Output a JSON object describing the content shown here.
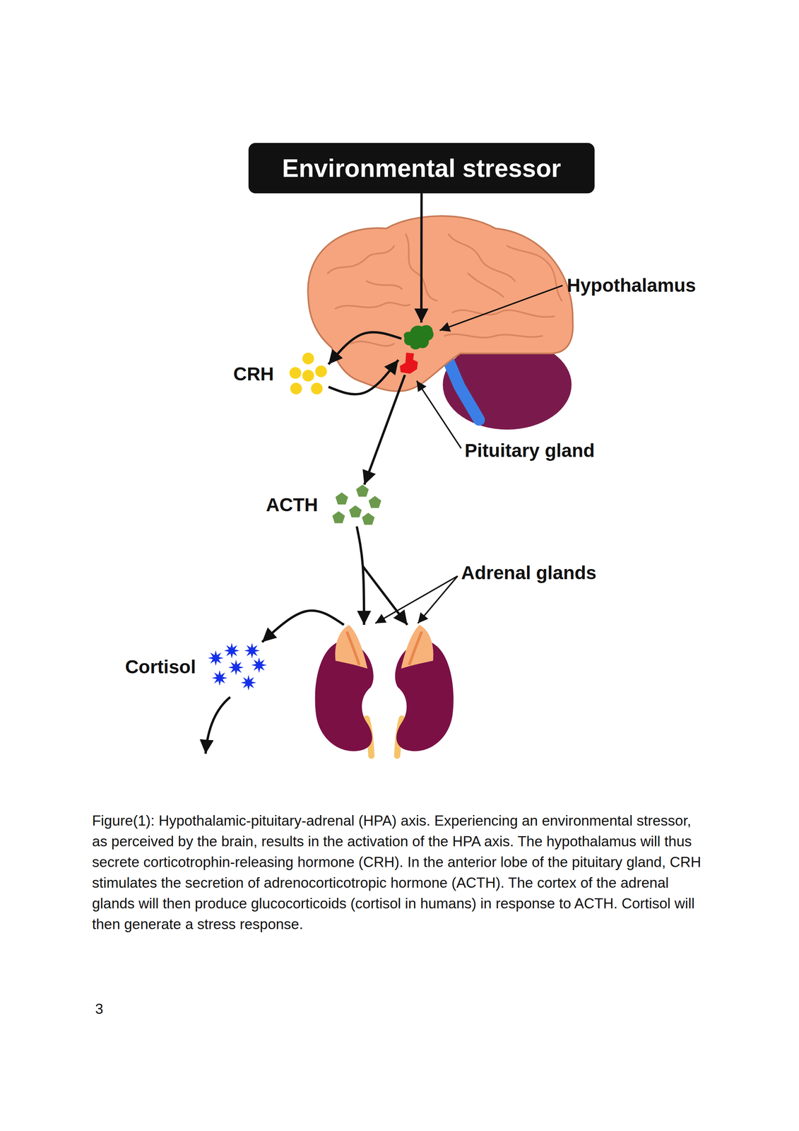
{
  "diagram": {
    "caption": "Figure(1): Hypothalamic-pituitary-adrenal (HPA) axis. Experiencing an environmental stressor, as perceived by the brain, results in the activation of the HPA axis. The hypothalamus will thus secrete corticotrophin-releasing hormone (CRH). In the anterior lobe of the pituitary gland, CRH stimulates the secretion of adrenocorticotropic hormone (ACTH). The cortex of the adrenal glands will then produce glucocorticoids (cortisol in humans) in response to ACTH. Cortisol will then generate a stress response.",
    "nodes": [
      {
        "text": [
          "Environmental stressor"
        ]
      },
      {
        "text": [
          "Hypothalamus"
        ]
      },
      {
        "text": [
          "CRH"
        ]
      },
      {
        "text": [
          "Pituitary gland"
        ]
      },
      {
        "text": [
          "ACTH"
        ]
      },
      {
        "text": [
          "Adrenal glands"
        ]
      },
      {
        "text": [
          "Cortisol"
        ]
      }
    ],
    "edges": [
      {
        "from": 0,
        "to": 1,
        "arrow": "to"
      },
      {
        "from": 1,
        "to": 2,
        "arrow": "to"
      },
      {
        "from": 2,
        "to": 3,
        "arrow": "to"
      },
      {
        "from": 3,
        "to": 4,
        "arrow": "to"
      },
      {
        "from": 4,
        "to": 5,
        "arrow": "to"
      },
      {
        "from": 5,
        "to": 6,
        "arrow": "to"
      }
    ],
    "labels": [
      "3"
    ]
  }
}
